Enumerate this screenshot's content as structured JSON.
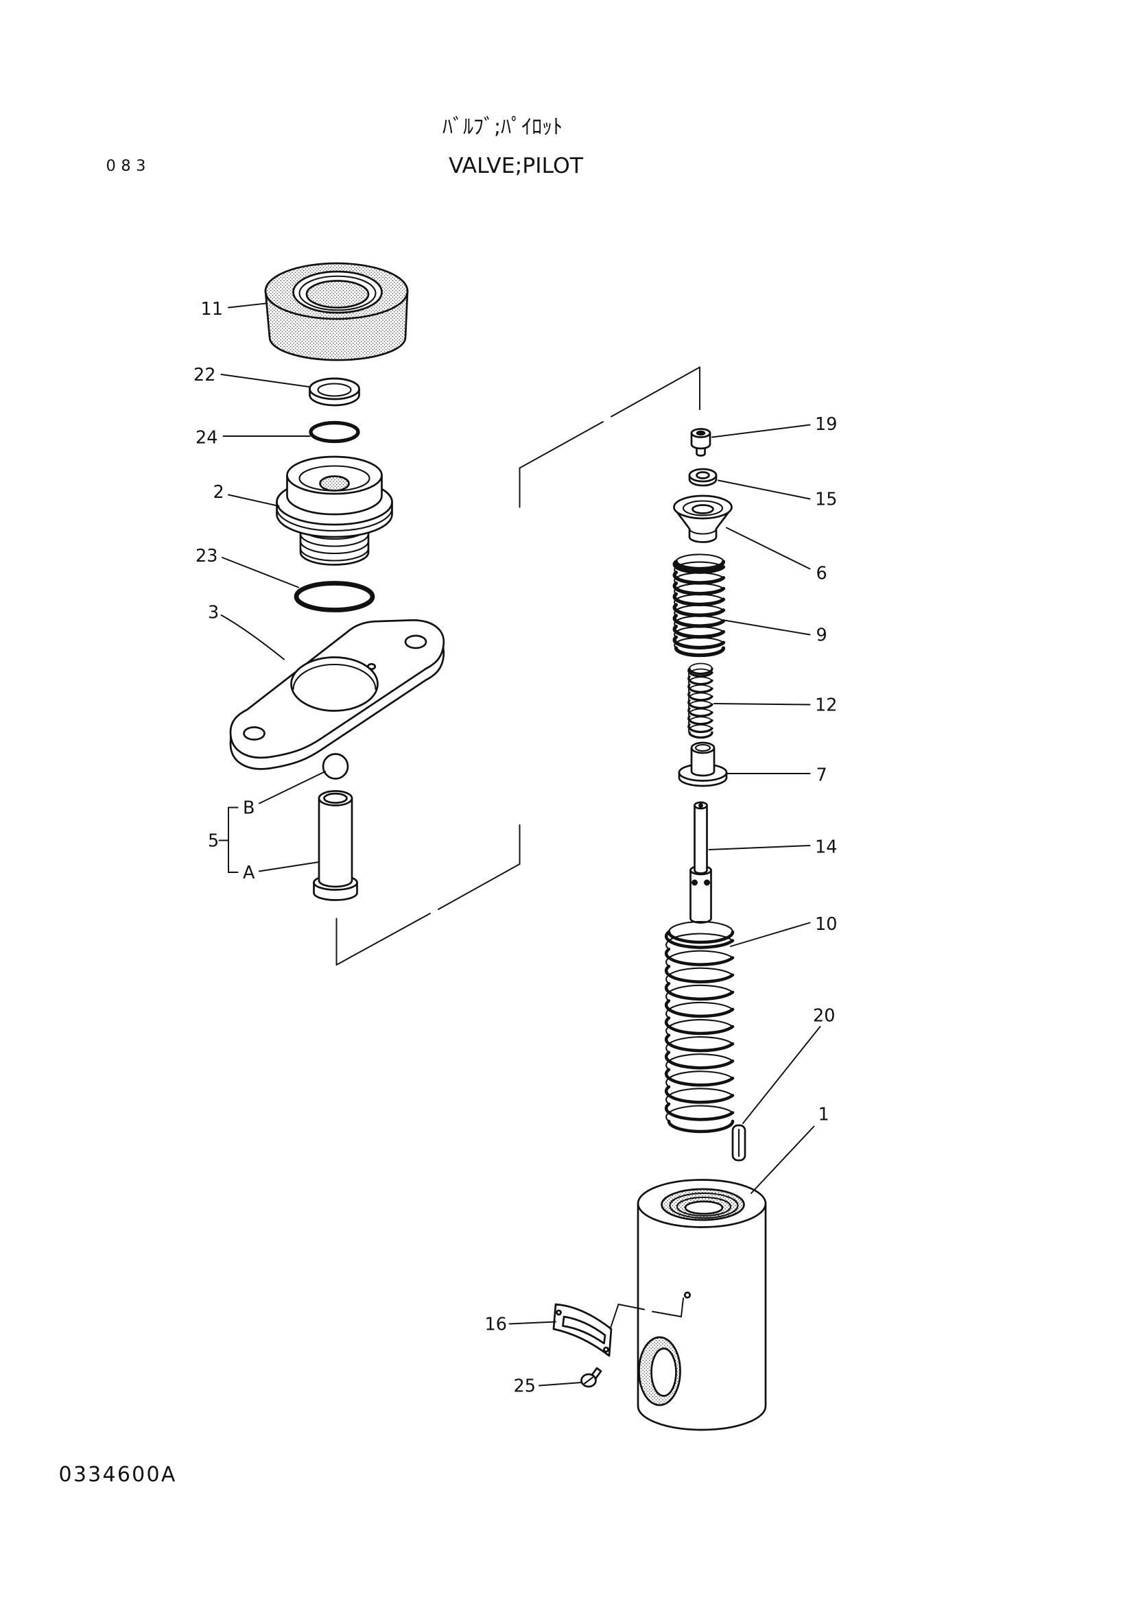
{
  "header": {
    "page_number": "083",
    "title_jp": "ﾊﾞﾙﾌﾞ;ﾊﾟｲﾛｯﾄ",
    "title_en": "VALVE;PILOT"
  },
  "callouts": {
    "c11": "11",
    "c22": "22",
    "c24": "24",
    "c2": "2",
    "c23": "23",
    "c3": "3",
    "cB": "B",
    "c5": "5",
    "cA": "A",
    "c19": "19",
    "c15": "15",
    "c6": "6",
    "c9": "9",
    "c12": "12",
    "c7": "7",
    "c14": "14",
    "c10": "10",
    "c20": "20",
    "c1": "1",
    "c16": "16",
    "c25": "25"
  },
  "footer": {
    "drawing_number": "0334600A"
  },
  "colors": {
    "ink": "#111111",
    "paper": "#ffffff"
  }
}
